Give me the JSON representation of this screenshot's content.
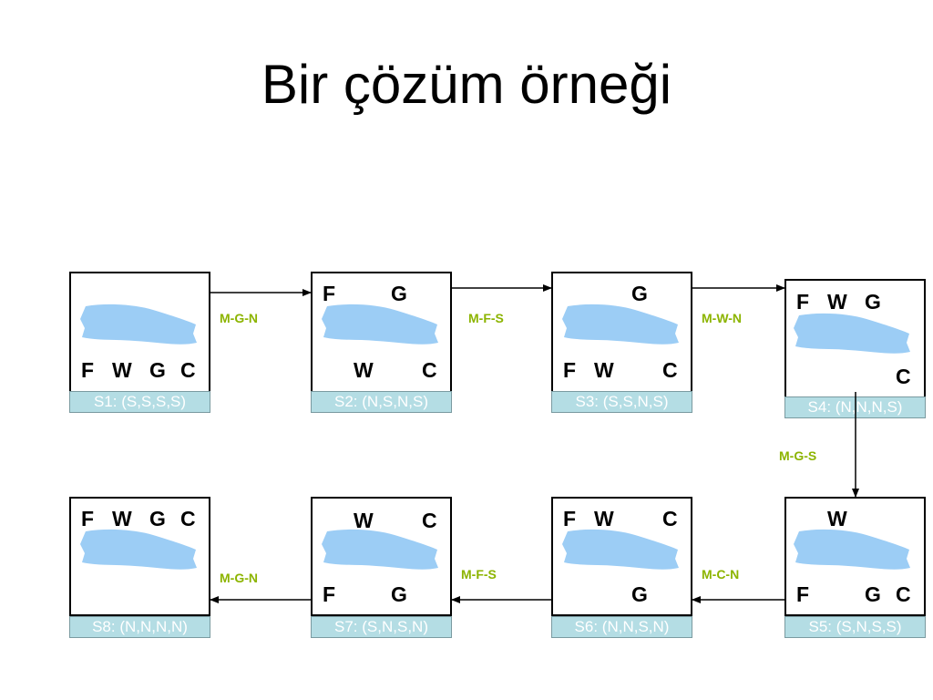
{
  "title": "Bir çözüm örneği",
  "states": [
    {
      "label": "S1: (S,S,S,S)"
    },
    {
      "label": "S2: (N,S,N,S)"
    },
    {
      "label": "S3: (S,S,N,S)"
    },
    {
      "label": "S4: (N,N,N,S)"
    },
    {
      "label": "S5: (S,N,S,S)"
    },
    {
      "label": "S6: (N,N,S,N)"
    },
    {
      "label": "S7: (S,N,S,N)"
    },
    {
      "label": "S8: (N,N,N,N)"
    }
  ],
  "letters": {
    "F": "F",
    "W": "W",
    "G": "G",
    "C": "C"
  },
  "moves": [
    "M-G-N",
    "M-F-S",
    "M-W-N",
    "M-G-S",
    "M-C-N",
    "M-F-S",
    "M-G-N"
  ],
  "colors": {
    "river": "#9ccdf5",
    "label_bg": "#b4dde4",
    "move_text": "#8cb400"
  }
}
